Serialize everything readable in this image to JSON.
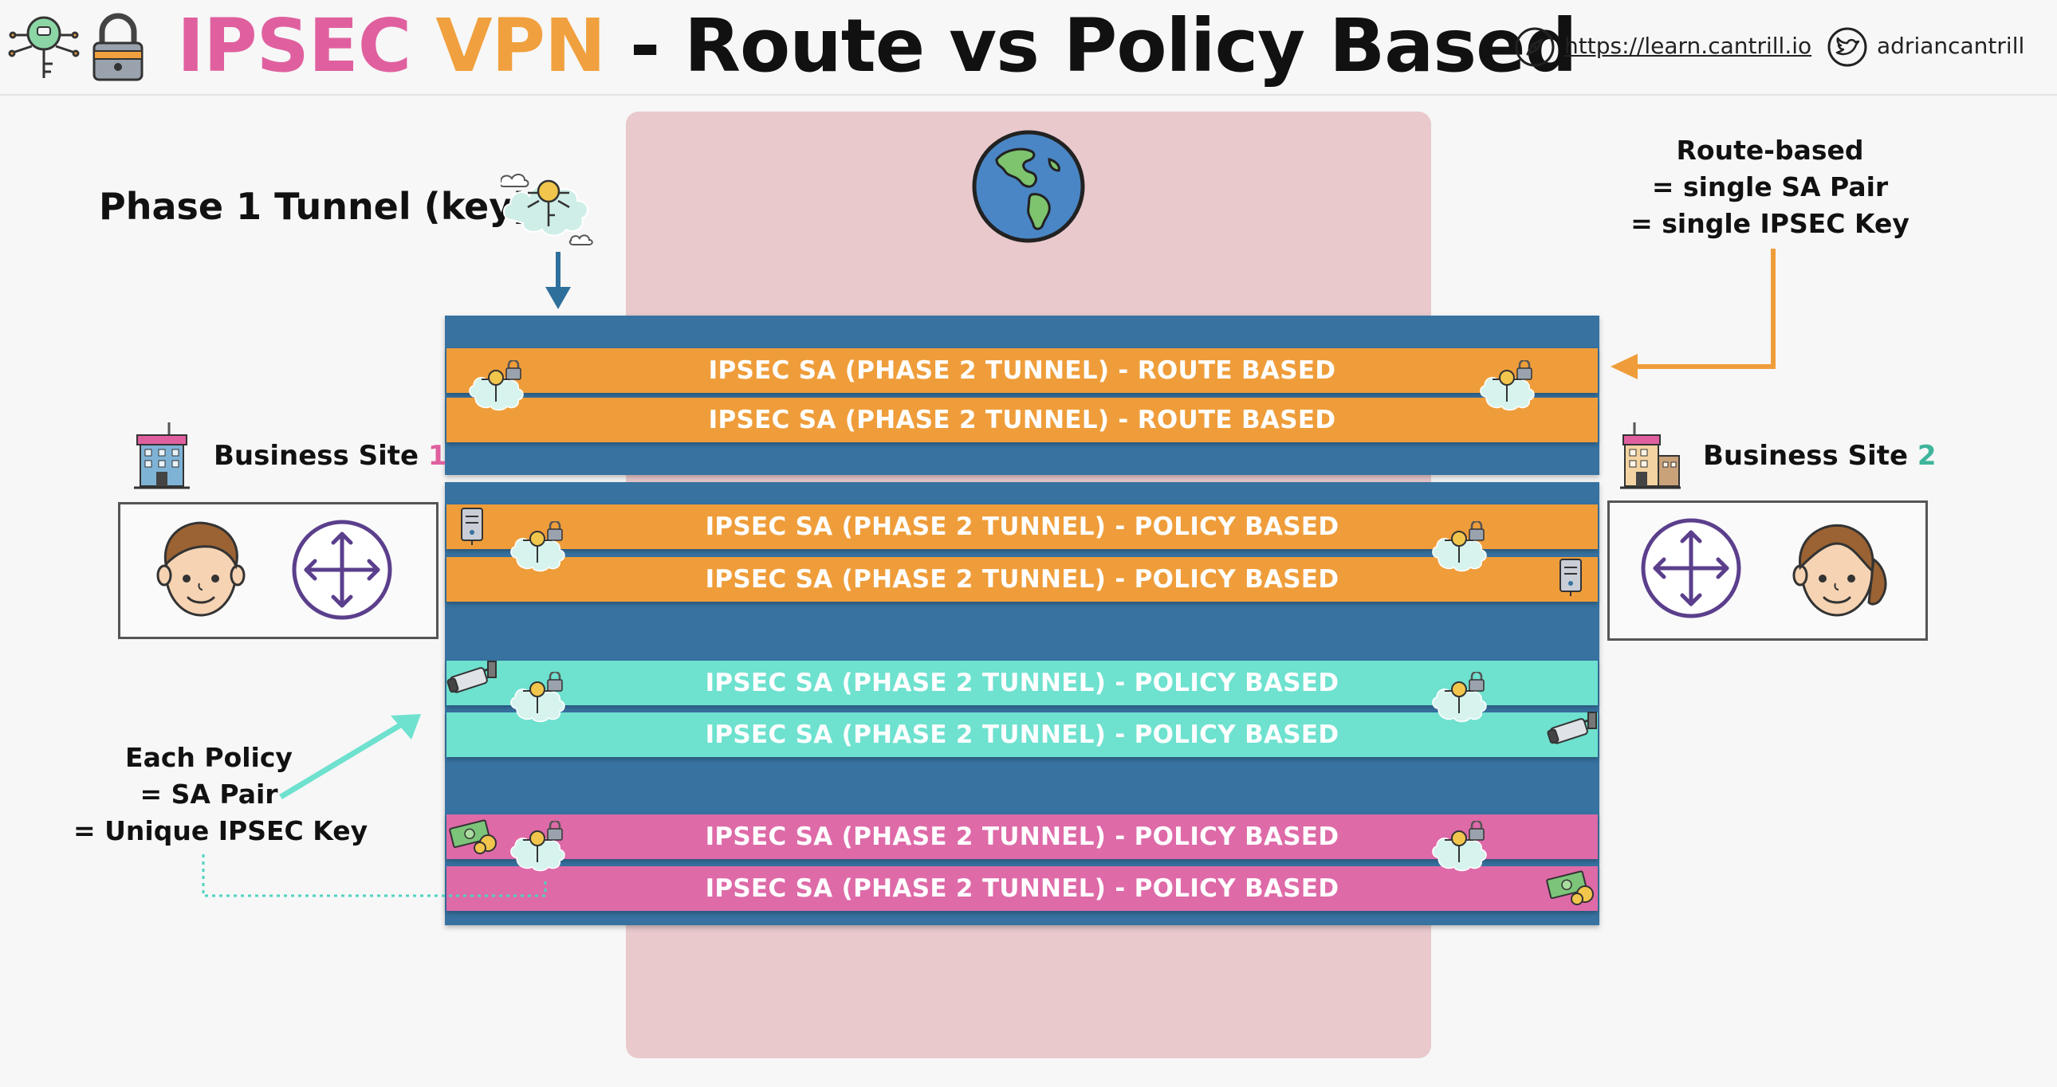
{
  "header": {
    "title_ipsec": "IPSEC",
    "title_vpn": "VPN",
    "title_rest": " - Route vs Policy Based",
    "url": "https://learn.cantrill.io",
    "twitter": "adriancantrill"
  },
  "labels": {
    "phase1": "Phase 1 Tunnel (key)",
    "site1_text": "Business Site ",
    "site1_num": "1",
    "site2_text": "Business Site ",
    "site2_num": "2"
  },
  "notes": {
    "route_based": [
      "Route-based",
      "= single SA Pair",
      "= single IPSEC Key"
    ],
    "policy": [
      "Each Policy",
      "= SA Pair",
      "= Unique IPSEC Key"
    ]
  },
  "tunnels": {
    "route_1": "IPSEC SA (PHASE 2 TUNNEL) - ROUTE BASED",
    "route_2": "IPSEC SA (PHASE 2 TUNNEL) - ROUTE BASED",
    "policy_orange_1": "IPSEC SA (PHASE 2 TUNNEL) - POLICY BASED",
    "policy_orange_2": "IPSEC SA (PHASE 2 TUNNEL) - POLICY BASED",
    "policy_teal_1": "IPSEC SA (PHASE 2 TUNNEL) - POLICY BASED",
    "policy_teal_2": "IPSEC SA (PHASE 2 TUNNEL) - POLICY BASED",
    "policy_pink_1": "IPSEC SA (PHASE 2 TUNNEL) - POLICY BASED",
    "policy_pink_2": "IPSEC SA (PHASE 2 TUNNEL) - POLICY BASED"
  },
  "colors": {
    "ipsec": "#e0609f",
    "vpn": "#f0a03e",
    "tunnel_block": "#3772a0",
    "sa_orange": "#ef9d3a",
    "sa_teal": "#6ee1cf",
    "sa_pink": "#de6aa8",
    "internet": "#e9c9cc",
    "site1_accent": "#e0609f",
    "site2_accent": "#3fb59b"
  },
  "icons": {
    "logo": [
      "key-circuit-icon",
      "padlock-icon"
    ],
    "header": [
      "compass-icon",
      "twitter-bird-icon"
    ],
    "internet": "globe-icon",
    "phase1": "key-cloud-icon",
    "sites": [
      "office-building-icon",
      "person-icon",
      "router-icon"
    ],
    "endpoints": [
      "server-icon",
      "cctv-camera-icon",
      "money-icon"
    ]
  }
}
